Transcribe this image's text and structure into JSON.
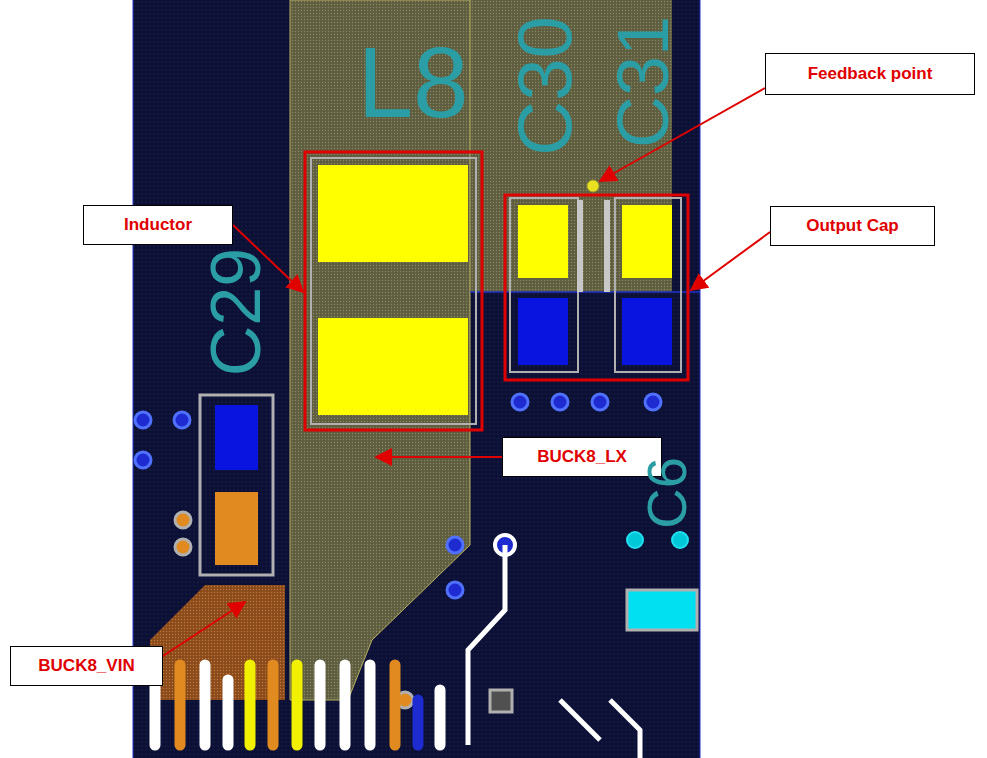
{
  "diagram": {
    "nodes": [
      {
        "text": [
          "Feedback point"
        ]
      },
      {
        "text": [
          "Inductor"
        ]
      },
      {
        "text": [
          "Output Cap"
        ]
      },
      {
        "text": [
          "BUCK8_LX"
        ]
      },
      {
        "text": [
          "BUCK8_VIN"
        ]
      }
    ],
    "edges": [],
    "labels": [
      "L8",
      "C30",
      "C31",
      "C29",
      "C6"
    ]
  }
}
